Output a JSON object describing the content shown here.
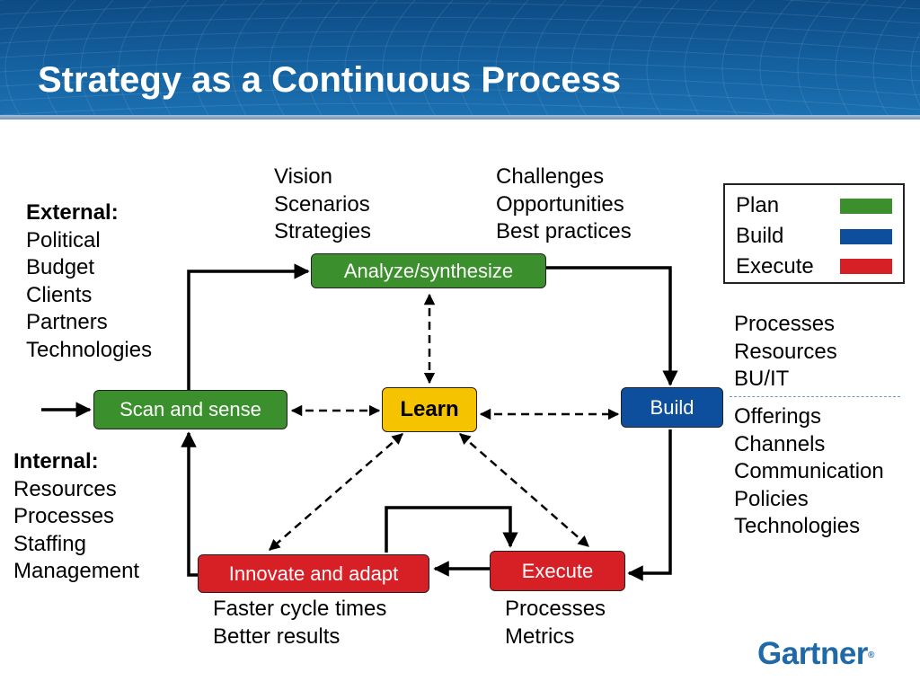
{
  "header": {
    "title": "Strategy as a Continuous Process"
  },
  "nodes": {
    "analyze": "Analyze/synthesize",
    "scan": "Scan and sense",
    "learn": "Learn",
    "build": "Build",
    "innovate": "Innovate and adapt",
    "execute": "Execute"
  },
  "annotations": {
    "analyze_left": [
      "Vision",
      "Scenarios",
      "Strategies"
    ],
    "analyze_right": [
      "Challenges",
      "Opportunities",
      "Best practices"
    ],
    "external": {
      "heading": "External:",
      "items": [
        "Political",
        "Budget",
        "Clients",
        "Partners",
        "Technologies"
      ]
    },
    "internal": {
      "heading": "Internal:",
      "items": [
        "Resources",
        "Processes",
        "Staffing",
        "Management"
      ]
    },
    "build_upper": [
      "Processes",
      "Resources",
      "BU/IT"
    ],
    "build_lower": [
      "Offerings",
      "Channels",
      "Communication",
      "Policies",
      "Technologies"
    ],
    "innovate_below": [
      "Faster cycle times",
      "Better results"
    ],
    "execute_below": [
      "Processes",
      "Metrics"
    ]
  },
  "legend": [
    {
      "label": "Plan",
      "color": "#3b8f2d"
    },
    {
      "label": "Build",
      "color": "#0d4f9c"
    },
    {
      "label": "Execute",
      "color": "#d71f26"
    }
  ],
  "colors": {
    "plan": "#3b8f2d",
    "build": "#0d4f9c",
    "execute": "#d71f26",
    "learn": "#f5c300",
    "header": "#14609f"
  },
  "logo": {
    "text": "Gartner",
    "mark": "®"
  }
}
